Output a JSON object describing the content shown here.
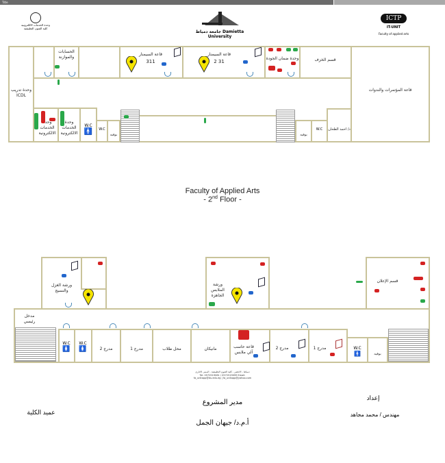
{
  "window": {
    "title": "Title"
  },
  "logos": {
    "left": "وحدة الخدمات الالكترونية كلية الفنون التطبيقية",
    "center": "جامعة دمياط Damietta University",
    "right_mark": "ICTP",
    "right_unit": "IT-UNIT",
    "right_sub": "Faculty of applied arts"
  },
  "top_floor": {
    "icdl": "وحدة تدريب ICDL",
    "accounts": "الحسابات والموازنة",
    "seminar311_label": "قاعة السيمنار",
    "seminar311_num": "311",
    "seminar312_label": "قاعة السيمنار",
    "seminar312_num": "31 2",
    "quality": "وحدة ضمان الجودة",
    "dept": "قسم الخزف",
    "conference": "قاعة المؤتمرات والندوات",
    "eservices1": "وحدة الخدمات الالكترونية",
    "eservices2": "وحدة الخدمات الالكترونية",
    "wc1": "W.C",
    "wc2": "W.C",
    "wc3": "W.C",
    "buffet1": "بوفيه",
    "buffet2": "بوفيه",
    "dr_room": "د/ احمد الطحان"
  },
  "title": {
    "line1": "Faculty of Applied Arts",
    "line2_pre": "- 2",
    "line2_sup": "nd",
    "line2_post": " Floor -"
  },
  "bottom_floor": {
    "spinning": "ورشة الغزل والنسيج",
    "garments": "ورشة الملابس الجاهزة",
    "advertising": "قسم الإعلان",
    "main_entrance": "مدخل رئيسي",
    "wc1": "W.C",
    "wc2": "W.C",
    "wc3": "W.C",
    "theater2a": "مدرج 2",
    "theater1a": "مدرج 1",
    "student_store": "محل طلاب",
    "mannequin": "مانيكان",
    "computer_lab": "قاعة حاسب آلي ملابس",
    "theater2b": "مدرج 2",
    "theater1b": "مدرج 1",
    "buffet": "بوفيه"
  },
  "footer": {
    "line1": "دمياط - الاعصر - كلية الفنون التطبيقية - المبنى الادارى",
    "line2": "Tel: 0572519081 / 0572519099   Email:",
    "line3": "fa_unitapp@du.edu.eg  |  fa_unitapp@yahoo.com"
  },
  "signatures": {
    "dean": "عميد الكلية",
    "manager_title": "مدير المشروع",
    "manager_name": "أ.م.د/ جيهان الجمل",
    "prepared_title": "إعداد",
    "prepared_name": "مهندس / محمد مجاهد"
  },
  "colors": {
    "wall": "#c9c39a",
    "door": "#4a8ab8",
    "pin": "#f5e400"
  }
}
